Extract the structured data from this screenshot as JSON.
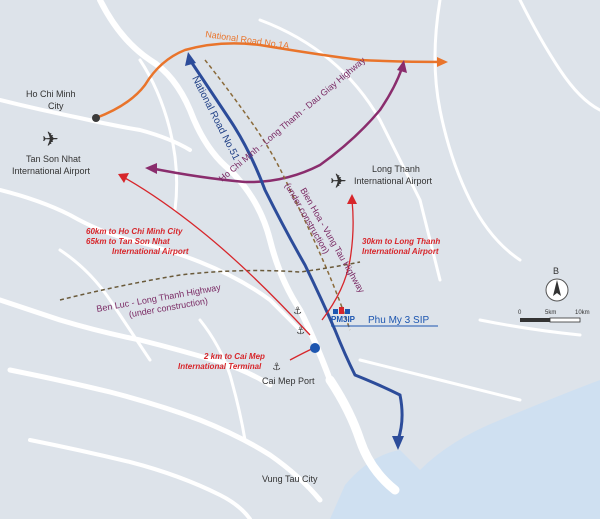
{
  "places": {
    "hcmc": "Ho Chi Minh\nCity",
    "tsn": "Tan Son Nhat\nInternational Airport",
    "long_thanh": "Long Thanh\nInternational Airport",
    "cai_mep": "Cai Mep Port",
    "vung_tau": "Vung Tau City",
    "site": "Phu My 3 SIP",
    "logo": "PM3IP"
  },
  "roads": {
    "nr1a": "National Road No.1A",
    "nr51": "National Road No.51",
    "hcm_lt_dg": "Ho Chi Minh - Long Thanh - Dau Giay Highway",
    "bh_vt": "Bien Hoa - Vung Tau Highway",
    "bh_vt_note": "(under construction)",
    "bl_lt": "Ben Luc - Long Thanh Highway",
    "bl_lt_note": "(under construction)"
  },
  "distances": {
    "hcmc_tsn": "60km to Ho Chi Minh City\n65km to Tan Son Nhat\nInternational Airport",
    "long_thanh": "30km to Long Thanh\nInternational Airport",
    "cai_mep": "2 km to Cai Mep\nInternational Terminal"
  },
  "compass": {
    "north": "B"
  },
  "scale": {
    "ticks": [
      "0",
      "5km",
      "10km"
    ]
  },
  "colors": {
    "land": "#dde3ea",
    "water": "#ffffff",
    "sea": "#cfe0f1",
    "orange": "#e9742b",
    "purple": "#8a2d6d",
    "navy": "#2c4c9a",
    "red": "#d7262b"
  }
}
